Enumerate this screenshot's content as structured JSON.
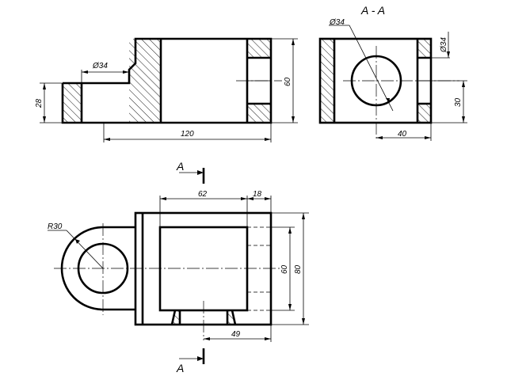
{
  "front_view": {
    "dia_hole": "Ø34",
    "dim_height_left": "28",
    "dim_height_right": "60",
    "dim_width": "120"
  },
  "section_view": {
    "title": "A - A",
    "dia_hole": "Ø34",
    "dia_right": "Ø34",
    "dim_30": "30",
    "dim_40": "40"
  },
  "top_view": {
    "radius": "R30",
    "dim_62": "62",
    "dim_18": "18",
    "dim_60": "60",
    "dim_80": "80",
    "dim_49": "49",
    "section_label_top": "A",
    "section_label_bottom": "A"
  }
}
